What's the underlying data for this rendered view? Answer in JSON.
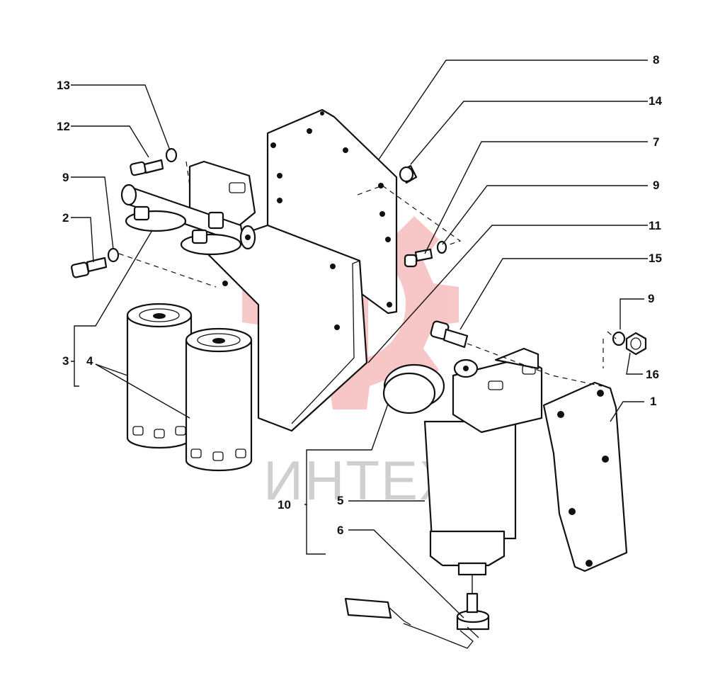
{
  "watermark": {
    "text": "ИНТЕХ",
    "logo_color": "#f6b8b8"
  },
  "callouts": [
    "1",
    "2",
    "3",
    "4",
    "5",
    "6",
    "7",
    "8",
    "9",
    "9",
    "9",
    "10",
    "11",
    "12",
    "13",
    "14",
    "15",
    "16"
  ],
  "colors": {
    "line": "#111111",
    "background": "#ffffff"
  }
}
